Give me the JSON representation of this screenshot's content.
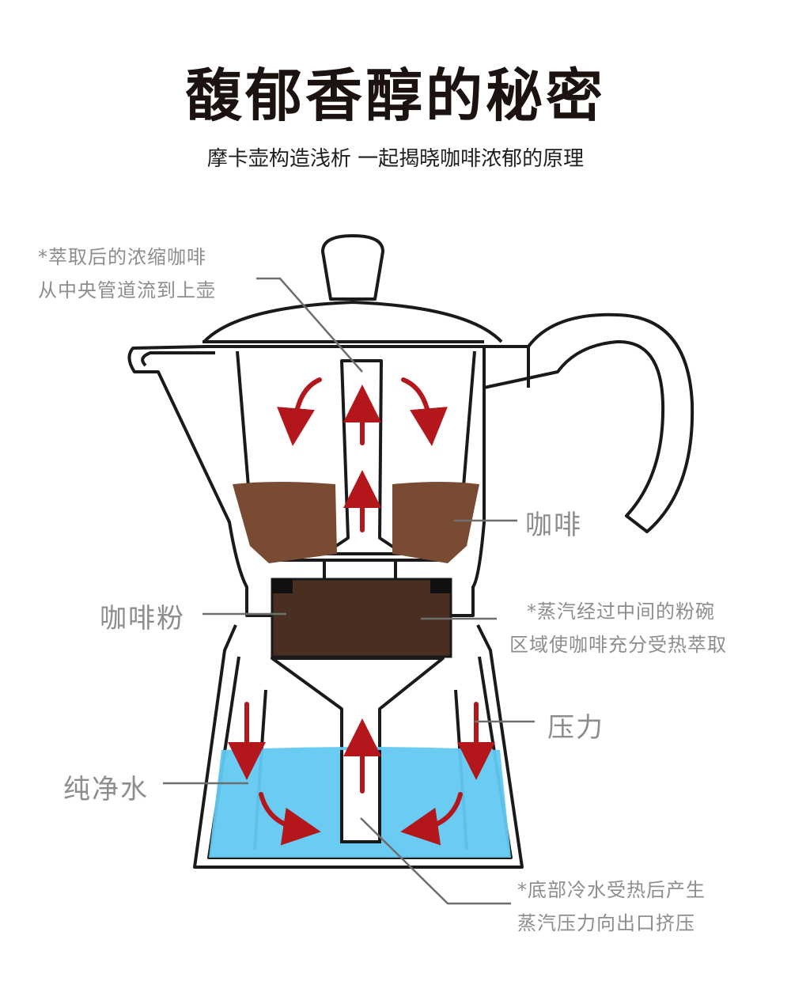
{
  "header": {
    "title": "馥郁香醇的秘密",
    "subtitle": "摩卡壶构造浅析 一起揭晓咖啡浓郁的原理"
  },
  "callouts": {
    "top_note": [
      "*萃取后的浓缩咖啡",
      "从中央管道流到上壶"
    ],
    "coffee": "咖啡",
    "coffee_powder": "咖啡粉",
    "steam_note": [
      "*蒸汽经过中间的粉碗",
      "区域使咖啡充分受热萃取"
    ],
    "pressure": "压力",
    "pure_water": "纯净水",
    "bottom_note": [
      "*底部冷水受热后产生",
      "蒸汽压力向出口挤压"
    ]
  },
  "colors": {
    "outline": "#1a1a1a",
    "coffee": "#7a4b33",
    "powder": "#4a2e22",
    "water": "#62c9f2",
    "arrow": "#b3161b",
    "leader": "#6e6e6e",
    "label": "#8d8d8d"
  }
}
